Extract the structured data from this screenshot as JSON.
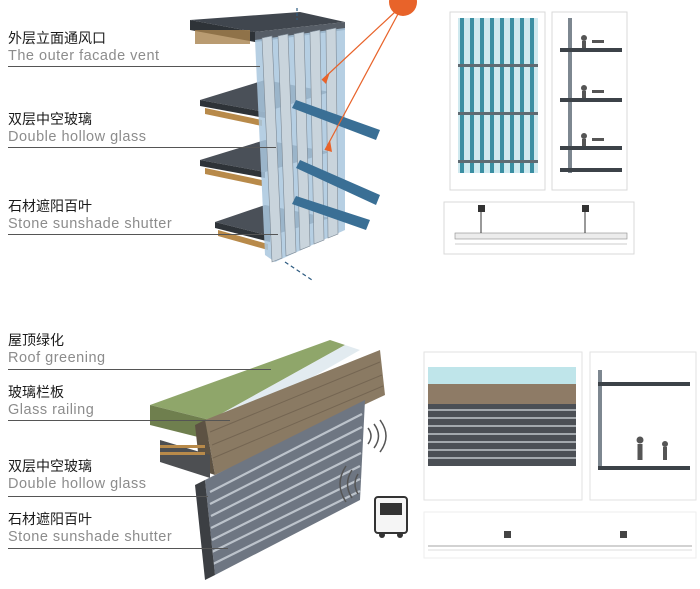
{
  "top_section": {
    "labels": [
      {
        "zh": "外层立面通风口",
        "en": "The outer facade vent"
      },
      {
        "zh": "双层中空玻璃",
        "en": "Double hollow glass"
      },
      {
        "zh": "石材遮阳百叶",
        "en": "Stone sunshade shutter"
      }
    ]
  },
  "bottom_section": {
    "labels": [
      {
        "zh": "屋顶绿化",
        "en": "Roof greening"
      },
      {
        "zh": "玻璃栏板",
        "en": "Glass railing"
      },
      {
        "zh": "双层中空玻璃",
        "en": "Double hollow glass"
      },
      {
        "zh": "石材遮阳百叶",
        "en": "Stone sunshade shutter"
      }
    ]
  },
  "colors": {
    "sun": "#e8632a",
    "glass": "#a9c7de",
    "slab": "#4a5058",
    "green_roof": "#8fa66a",
    "wood": "#8a7a63",
    "stone": "#6e7682"
  }
}
